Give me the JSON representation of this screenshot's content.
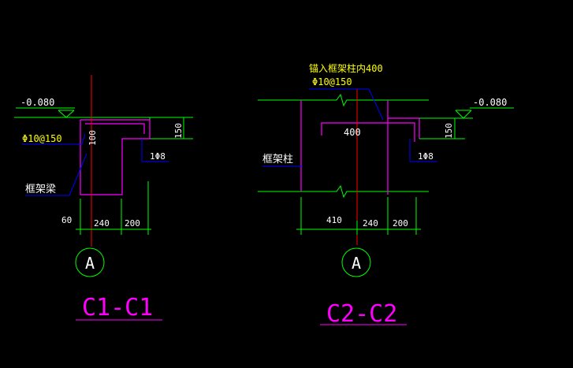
{
  "colors": {
    "background": "#000000",
    "line_green": "#00ff00",
    "line_magenta": "#ff00ff",
    "line_red": "#ff0000",
    "line_blue": "#0000ff",
    "text_white": "#ffffff",
    "text_yellow": "#ffff00",
    "text_magenta": "#ff00ff"
  },
  "section1": {
    "elevation": "-0.080",
    "rebar_spec": "Φ10@150",
    "dim_vertical_inner": "100",
    "dim_vertical_right": "150",
    "stirrup_label": "1Φ8",
    "beam_label": "框架梁",
    "dim_left": "60",
    "dim_mid": "240",
    "dim_right": "200",
    "axis_label": "A",
    "section_title": "C1-C1"
  },
  "section2": {
    "anchor_note": "锚入框架柱内400",
    "rebar_spec": "Φ10@150",
    "dim_inner": "400",
    "elevation": "-0.080",
    "dim_vertical_right": "150",
    "column_label": "框架柱",
    "stirrup_label": "1Φ8",
    "dim_left": "410",
    "dim_mid": "240",
    "dim_right": "200",
    "axis_label": "A",
    "section_title": "C2-C2"
  }
}
